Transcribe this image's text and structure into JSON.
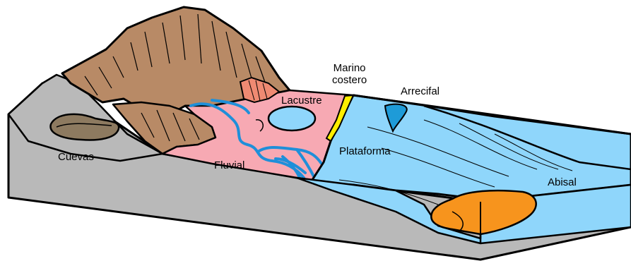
{
  "labels": {
    "cuevas": "Cuevas",
    "fluvial": "Fluvial",
    "lacustre": "Lacustre",
    "marino_line1": "Marino",
    "marino_line2": "costero",
    "arrecifal": "Arrecifal",
    "plataforma": "Plataforma",
    "abisal": "Abisal"
  },
  "colors": {
    "rock_gray": "#b9b9b9",
    "mountain_brown": "#b88a66",
    "cave_brown": "#8d7a60",
    "fluvial_pink": "#f7a9b3",
    "river_blue": "#1f8fd9",
    "sea_blue": "#8fd6fb",
    "reef_blue": "#1e9bd8",
    "coastal_yellow": "#ffee00",
    "abyssal_orange": "#f7941d",
    "fan_salmon": "#ef8a72",
    "outline": "#000000"
  }
}
